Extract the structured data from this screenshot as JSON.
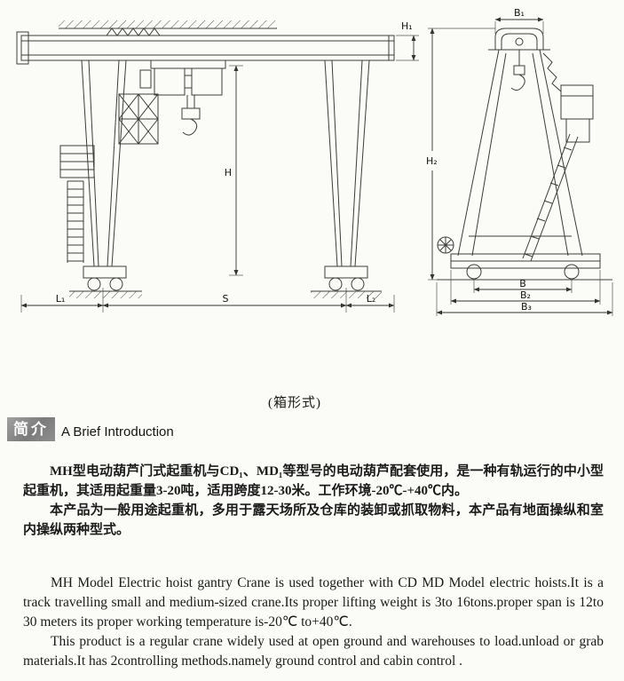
{
  "page": {
    "background": "#fbfbf8",
    "text_color": "#1a1a1a",
    "line_color": "#3c3c3c"
  },
  "figure": {
    "caption": "(箱形式)",
    "front_view": {
      "name": "gantry crane front elevation drawing",
      "labels": {
        "girder_height": "H₁",
        "lifting_height": "H",
        "span": "S",
        "left_overhang": "L₁",
        "right_overhang": "L₂"
      }
    },
    "side_view": {
      "name": "gantry crane side elevation drawing",
      "labels": {
        "top_width": "B₁",
        "total_height": "H₂",
        "wheel_base": "B",
        "base_width": "B₂",
        "overall_width": "B₃"
      }
    }
  },
  "intro": {
    "stamp": "简介",
    "heading": "A Brief Introduction"
  },
  "chinese": {
    "p1": "MH型电动葫芦门式起重机与CD₁、MD₁等型号的电动葫芦配套使用，是一种有轨运行的中小型起重机，其适用起重量3-20吨，适用跨度12-30米。工作环境-20℃-+40℃内。",
    "p2": "本产品为一般用途起重机，多用于露天场所及仓库的装卸或抓取物料，本产品有地面操纵和室内操纵两种型式。"
  },
  "english": {
    "p1": "MH Model Electric hoist gantry Crane is used together with CD MD Model electric hoists.It is a track travelling small and medium-sized crane.Its proper lifting weight is 3to 16tons.proper span  is 12to 30 meters its proper working temperature is-20℃ to+40℃.",
    "p2": "This product is a regular crane widely used at open ground and warehouses to load.unload or grab materials.It has 2controlling methods.namely ground control and cabin control ."
  }
}
